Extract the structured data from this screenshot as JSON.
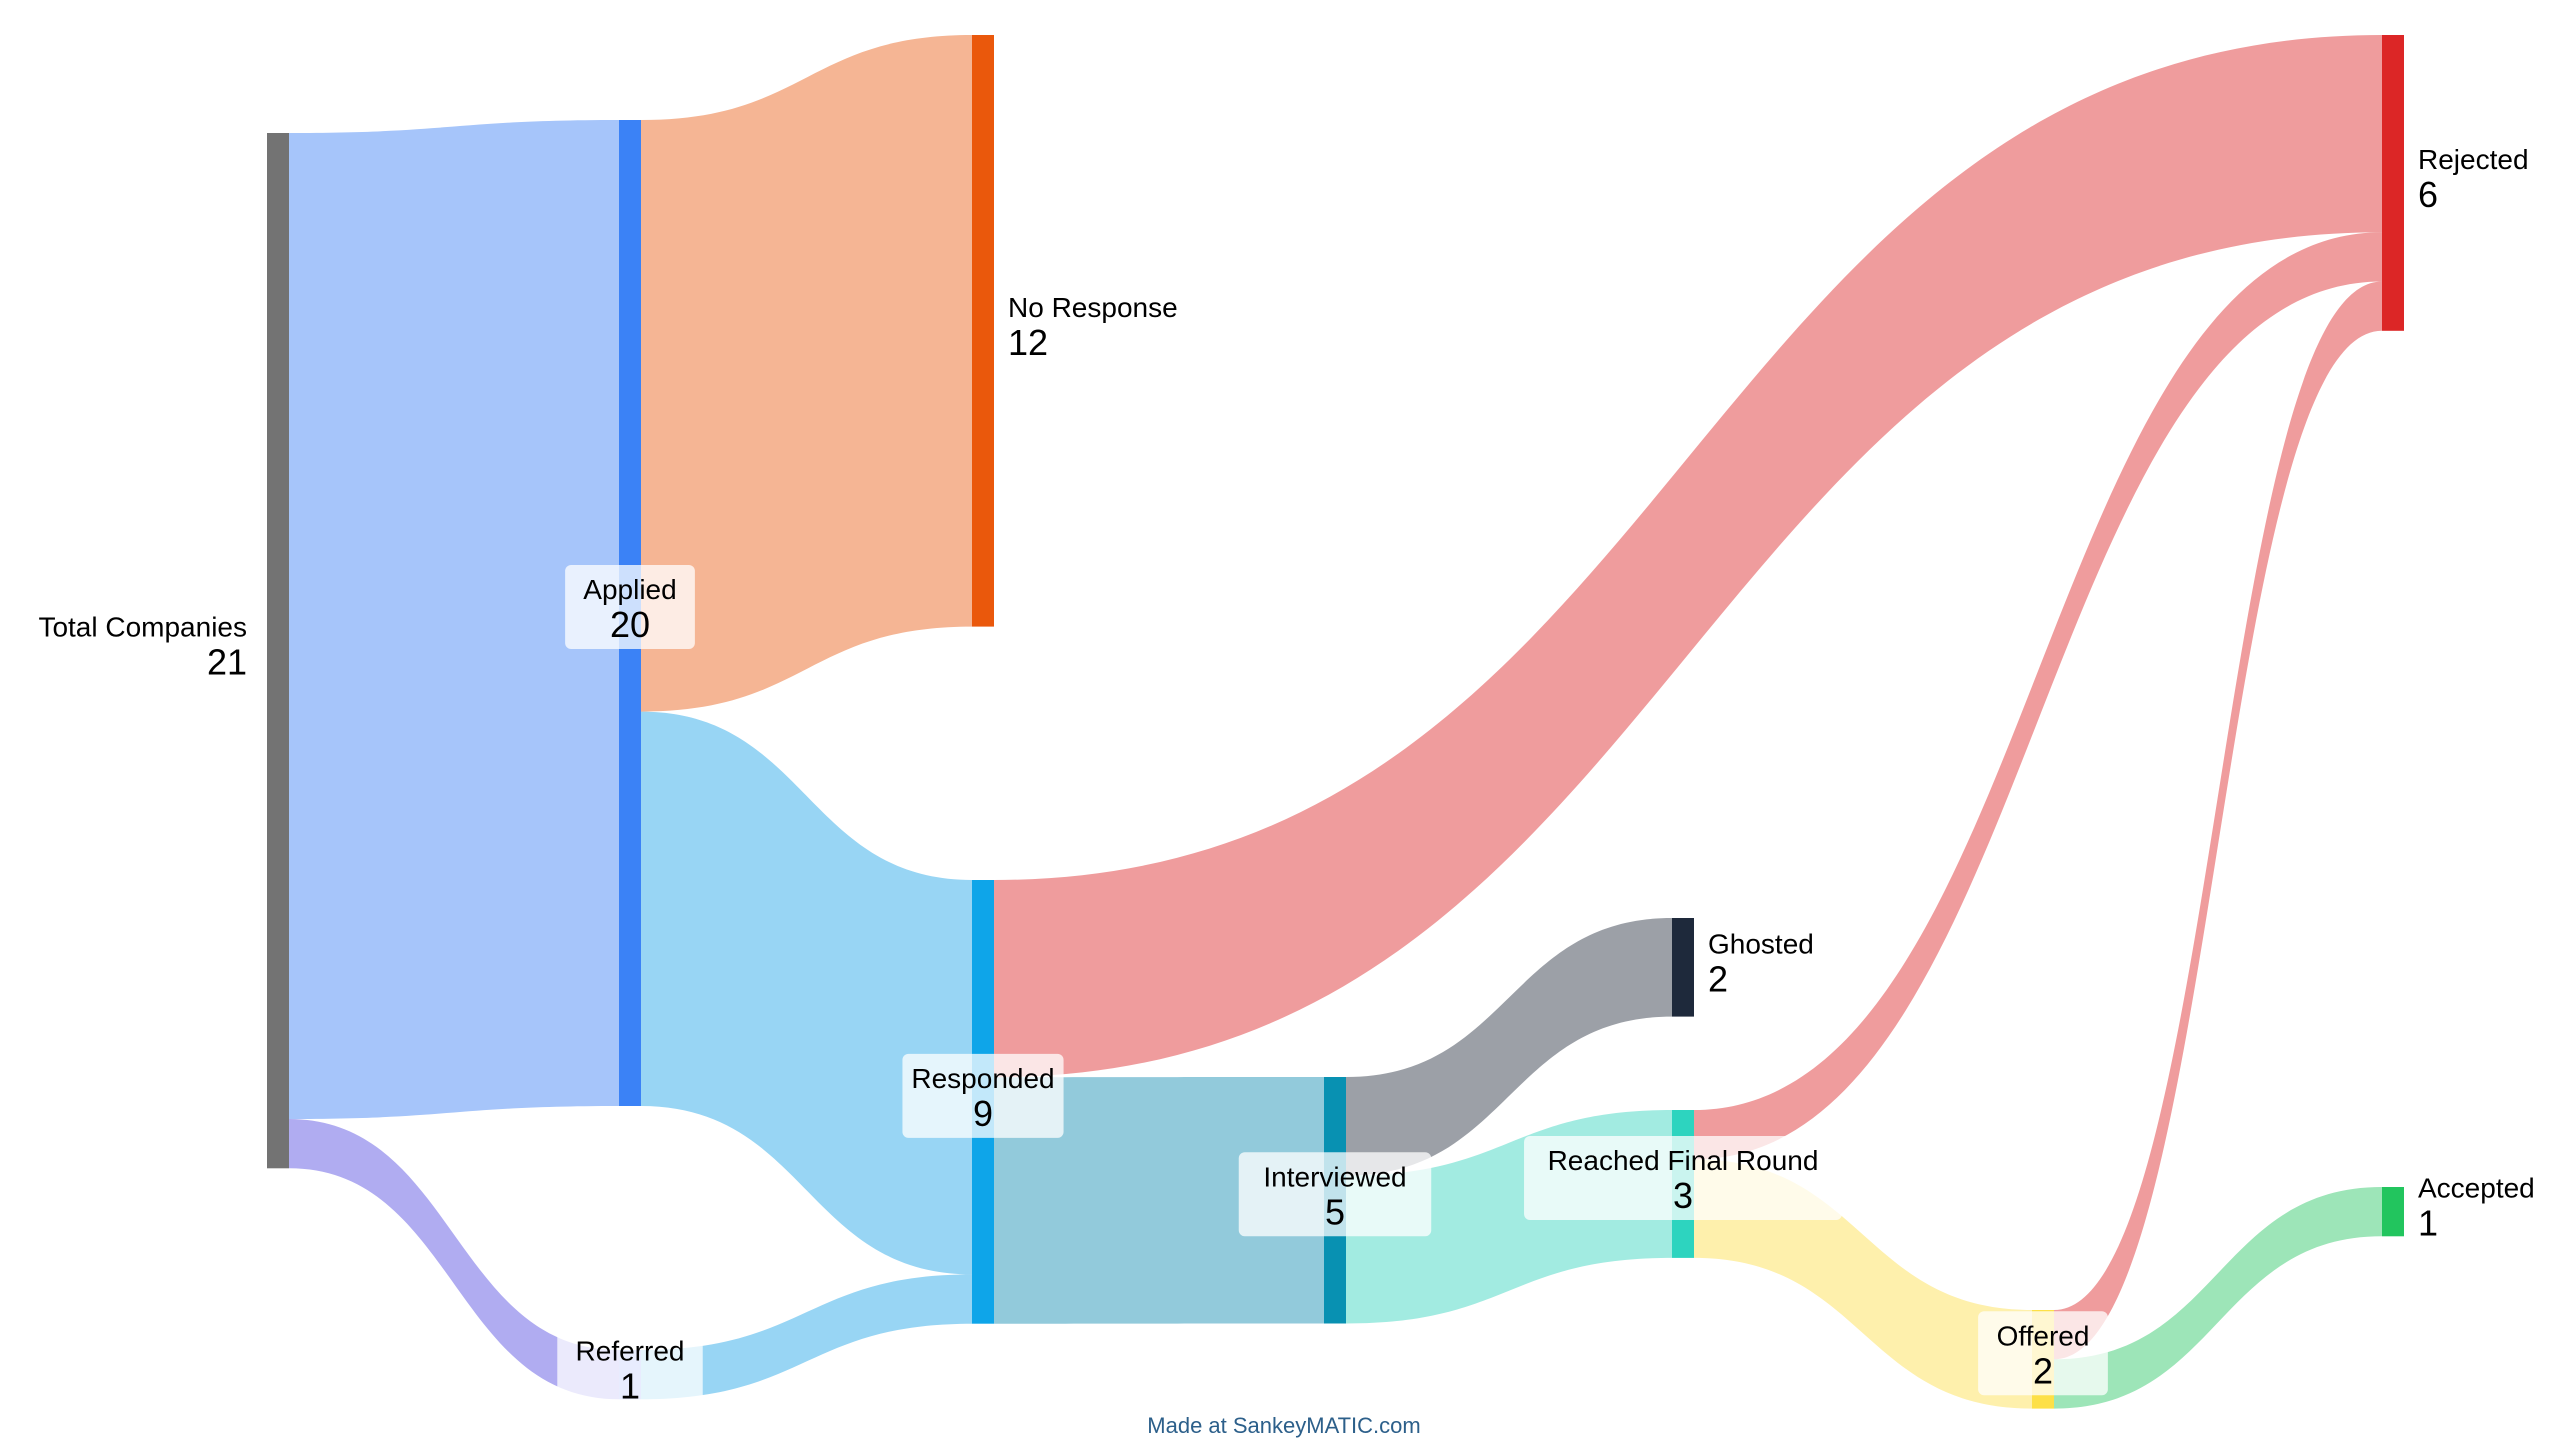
{
  "chart_data": {
    "type": "sankey",
    "nodes": [
      {
        "id": "total",
        "label": "Total Companies",
        "value": 21,
        "color": "#737373"
      },
      {
        "id": "applied",
        "label": "Applied",
        "value": 20,
        "color": "#3b82f6"
      },
      {
        "id": "referred",
        "label": "Referred",
        "value": 1,
        "color": "#a5b4fc"
      },
      {
        "id": "noresp",
        "label": "No Response",
        "value": 12,
        "color": "#ea580c"
      },
      {
        "id": "responded",
        "label": "Responded",
        "value": 9,
        "color": "#0ea5e9"
      },
      {
        "id": "interviewed",
        "label": "Interviewed",
        "value": 5,
        "color": "#0891b2"
      },
      {
        "id": "ghosted",
        "label": "Ghosted",
        "value": 2,
        "color": "#1e293b"
      },
      {
        "id": "final",
        "label": "Reached Final Round",
        "value": 3,
        "color": "#2dd4bf"
      },
      {
        "id": "offered",
        "label": "Offered",
        "value": 2,
        "color": "#fde047"
      },
      {
        "id": "rejected",
        "label": "Rejected",
        "value": 6,
        "color": "#dc2626"
      },
      {
        "id": "accepted",
        "label": "Accepted",
        "value": 1,
        "color": "#22c55e"
      }
    ],
    "links": [
      {
        "source": "total",
        "target": "applied",
        "value": 20,
        "color": "#a6c5fa"
      },
      {
        "source": "total",
        "target": "referred",
        "value": 1,
        "color": "#b0acf1"
      },
      {
        "source": "applied",
        "target": "noresp",
        "value": 12,
        "color": "#f5b594"
      },
      {
        "source": "applied",
        "target": "responded",
        "value": 8,
        "color": "#98d5f4"
      },
      {
        "source": "referred",
        "target": "responded",
        "value": 1,
        "color": "#98d5f4"
      },
      {
        "source": "responded",
        "target": "rejected",
        "value": 4,
        "color": "#ef9c9d"
      },
      {
        "source": "responded",
        "target": "interviewed",
        "value": 5,
        "color": "#92cadb"
      },
      {
        "source": "interviewed",
        "target": "ghosted",
        "value": 2,
        "color": "#9ca0a7"
      },
      {
        "source": "interviewed",
        "target": "final",
        "value": 3,
        "color": "#a2ebe1"
      },
      {
        "source": "final",
        "target": "rejected",
        "value": 1,
        "color": "#ef9c9d"
      },
      {
        "source": "final",
        "target": "offered",
        "value": 2,
        "color": "#fef0ac"
      },
      {
        "source": "offered",
        "target": "rejected",
        "value": 1,
        "color": "#ef9c9d"
      },
      {
        "source": "offered",
        "target": "accepted",
        "value": 1,
        "color": "#9de5b8"
      }
    ]
  },
  "footer": {
    "credit": "Made at SankeyMATIC.com"
  }
}
